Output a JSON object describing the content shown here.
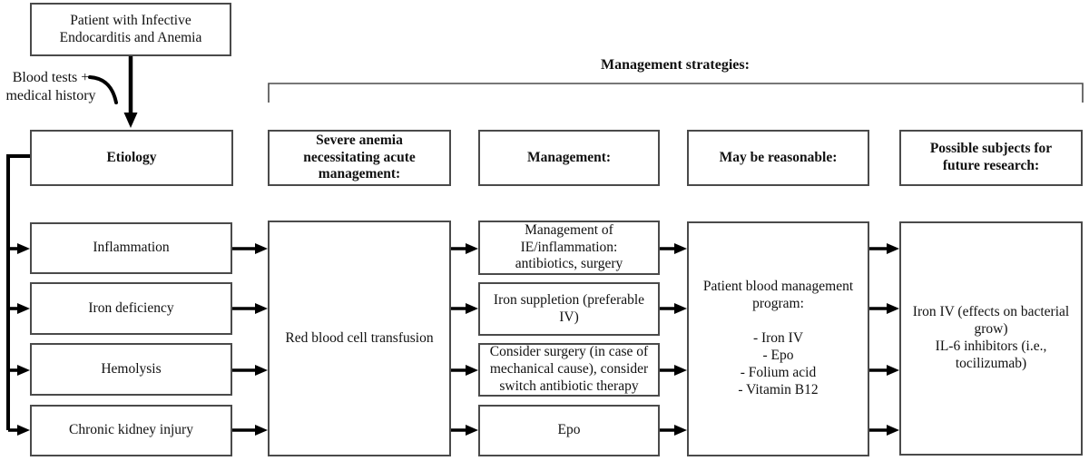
{
  "nodes": {
    "patient": "Patient with Infective\nEndocarditis and Anemia",
    "blood_tests": "Blood tests +\nmedical history",
    "management_strategies": "Management strategies:",
    "etiology_header": "Etiology",
    "severe_anemia_header": "Severe anemia\nnecessitating acute\nmanagement:",
    "management_header": "Management:",
    "may_be_reasonable_header": "May be reasonable:",
    "future_research_header": "Possible subjects for\nfuture research:",
    "etiologies": [
      "Inflammation",
      "Iron deficiency",
      "Hemolysis",
      "Chronic kidney injury"
    ],
    "transfusion": "Red blood cell transfusion",
    "management_options": [
      "Management of\nIE/inflammation:\nantibiotics, surgery",
      "Iron suppletion (preferable\nIV)",
      "Consider surgery (in case of\nmechanical cause), consider\nswitch antibiotic therapy",
      "Epo"
    ],
    "may_be_reasonable": "Patient blood management\nprogram:\n\n- Iron IV\n- Epo\n- Folium acid\n- Vitamin B12",
    "future_research": "Iron IV (effects on bacterial\ngrow)\nIL-6 inhibitors (i.e.,\ntocilizumab)"
  },
  "colors": {
    "arrow": "#000000",
    "border": "#4a4a4a",
    "bracket": "#4a4a4a",
    "background": "#ffffff",
    "text": "#111111"
  }
}
